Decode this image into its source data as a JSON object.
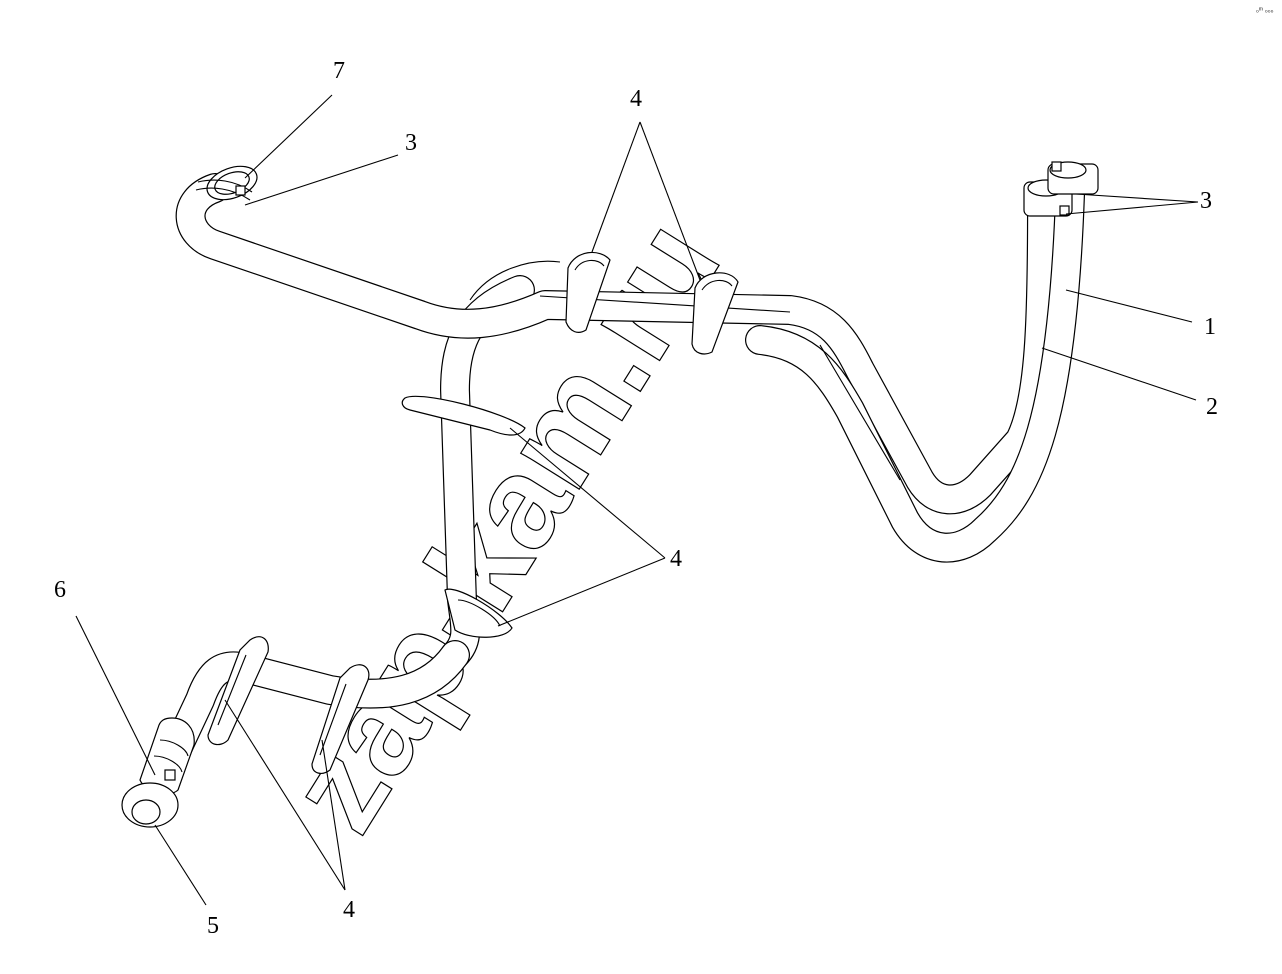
{
  "watermark": "zap-kam.ru",
  "corner_mark": "₀ᵐ ₀₀₀",
  "callouts": {
    "c7": "7",
    "c3_top_left": "3",
    "c4_top": "4",
    "c3_right": "3",
    "c1": "1",
    "c2": "2",
    "c4_middle": "4",
    "c6": "6",
    "c5": "5",
    "c4_bottom": "4"
  }
}
